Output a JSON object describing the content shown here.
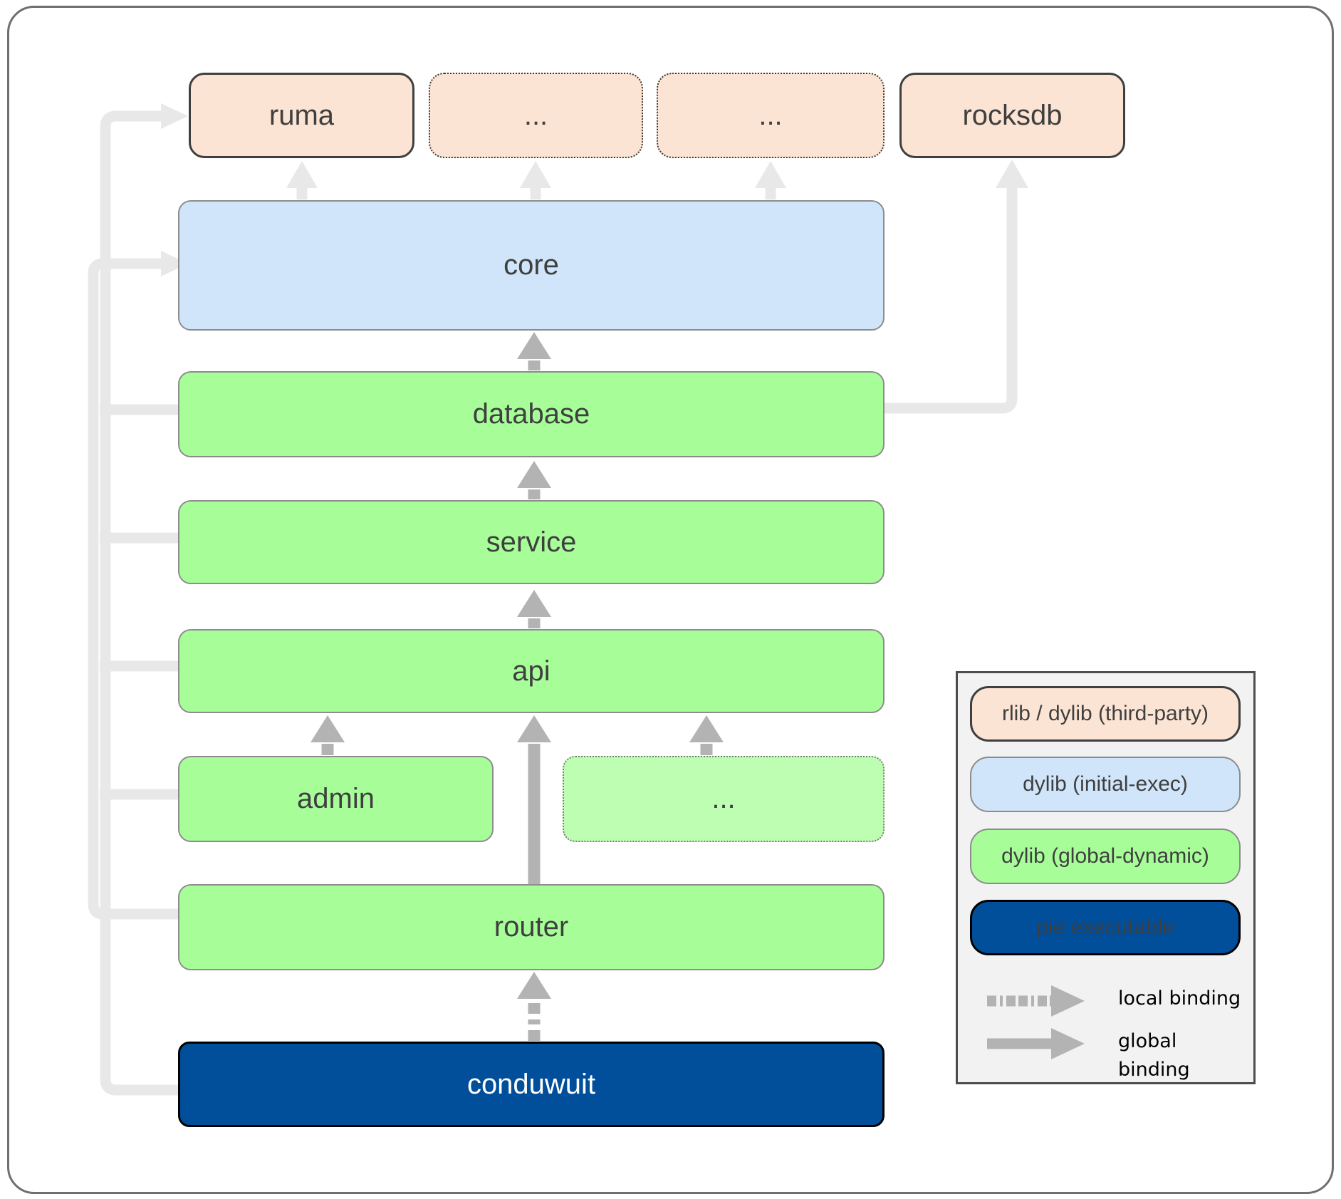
{
  "colors": {
    "peach": "#FBE4D3",
    "blue": "#D0E5FA",
    "green": "#A7FE99",
    "green_light": "#BDFEB2",
    "navy": "#014E9A",
    "gray_mid": "#B3B3B3",
    "gray_light": "#E8E8E8",
    "text_dark": "#3F3F3F"
  },
  "nodes": {
    "ruma": {
      "label": "ruma"
    },
    "thirdparty_a": {
      "label": "..."
    },
    "thirdparty_b": {
      "label": "..."
    },
    "rocksdb": {
      "label": "rocksdb"
    },
    "core": {
      "label": "core"
    },
    "database": {
      "label": "database"
    },
    "service": {
      "label": "service"
    },
    "api": {
      "label": "api"
    },
    "admin": {
      "label": "admin"
    },
    "crates_more": {
      "label": "..."
    },
    "router": {
      "label": "router"
    },
    "conduwuit": {
      "label": "conduwuit"
    }
  },
  "legend": {
    "items": [
      {
        "label": "rlib / dylib (third-party)",
        "kind": "peach"
      },
      {
        "label": "dylib (initial-exec)",
        "kind": "blue"
      },
      {
        "label": "dylib (global-dynamic)",
        "kind": "green"
      },
      {
        "label": "pie executable",
        "kind": "navy"
      }
    ],
    "bindings": [
      {
        "label": "local binding",
        "style": "dashed"
      },
      {
        "label": "global binding",
        "style": "solid"
      }
    ]
  }
}
